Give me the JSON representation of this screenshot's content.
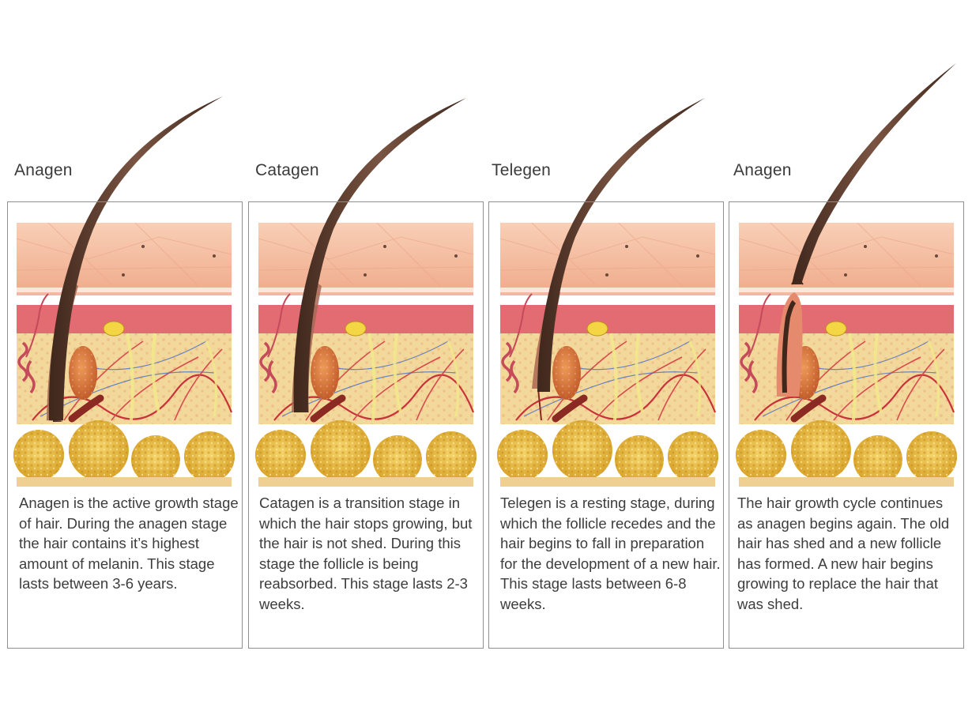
{
  "panels": [
    {
      "title": "Anagen",
      "caption": "Anagen is the active growth stage of hair. During the anagen stage the hair contains it’s highest amount of melanin. This stage lasts between 3-6 years."
    },
    {
      "title": "Catagen",
      "caption": "Catagen is a transition stage in which the hair stops growing, but the hair is not shed. During this stage the follicle is being reabsorbed. This stage lasts 2-3 weeks."
    },
    {
      "title": "Telegen",
      "caption": "Telegen is a resting stage, during which the follicle recedes and the hair begins to fall in preparation for the development of a new hair. This stage lasts between 6-8 weeks."
    },
    {
      "title": "Anagen",
      "caption": "The hair growth cycle continues as anagen begins again. The old hair has shed and a new follicle has formed. A new hair begins growing to replace the hair that was shed."
    }
  ],
  "colors": {
    "epidermis_top": "#f6c5a8",
    "epidermis_bottom": "#f2b294",
    "dermis_red": "#e46b73",
    "subcutis": "#f2d79a",
    "fat_cell": "#e9b83a",
    "hair": "#5a3a2c",
    "sebaceous_gland": "#d9763e",
    "border": "#8f8f8f",
    "text": "#3d3d3d"
  }
}
